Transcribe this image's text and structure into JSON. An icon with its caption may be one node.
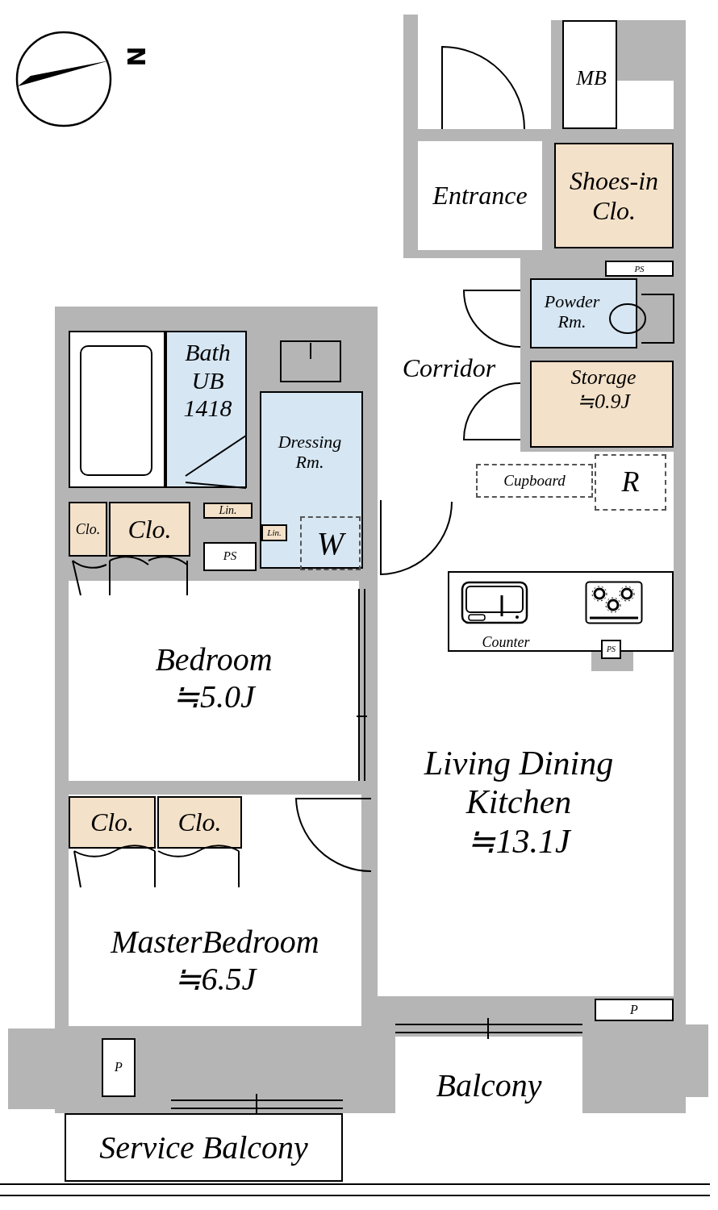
{
  "diagram": {
    "nodes": [
      {
        "text": [
          "MB"
        ]
      },
      {
        "text": [
          "Entrance"
        ]
      },
      {
        "text": [
          "Shoes-in Clo."
        ]
      },
      {
        "text": [
          "PS"
        ]
      },
      {
        "text": [
          "Powder Rm."
        ]
      },
      {
        "text": [
          "Bath UB 1418"
        ]
      },
      {
        "text": [
          "Corridor"
        ]
      },
      {
        "text": [
          "Storage",
          "≒0.9J"
        ]
      },
      {
        "text": [
          "Dressing Rm."
        ]
      },
      {
        "text": [
          "Cupboard"
        ],
        "in": 20
      },
      {
        "text": [
          "R"
        ],
        "in": 20
      },
      {
        "text": [
          "Lin."
        ]
      },
      {
        "text": [
          "Lin."
        ],
        "in": 8
      },
      {
        "text": [
          "Clo."
        ]
      },
      {
        "text": [
          "Clo."
        ]
      },
      {
        "text": [
          "PS"
        ]
      },
      {
        "text": [
          "W"
        ],
        "in": 8
      },
      {
        "text": [
          "Counter"
        ],
        "in": 20
      },
      {
        "text": [
          "PS"
        ],
        "in": 20
      },
      {
        "text": [
          "Bedroom",
          "≒5.0J"
        ]
      },
      {
        "text": [
          "Living Dining Kitchen",
          "≒13.1J"
        ]
      },
      {
        "text": [
          "Clo."
        ],
        "in": 23
      },
      {
        "text": [
          "Clo."
        ],
        "in": 23
      },
      {
        "text": [
          "MasterBedroom",
          "≒6.5J"
        ]
      },
      {
        "text": [
          "P"
        ]
      },
      {
        "text": [
          "P"
        ]
      },
      {
        "text": [
          "Balcony"
        ]
      },
      {
        "text": [
          "Service Balcony"
        ]
      }
    ],
    "labels": [
      "N"
    ]
  }
}
